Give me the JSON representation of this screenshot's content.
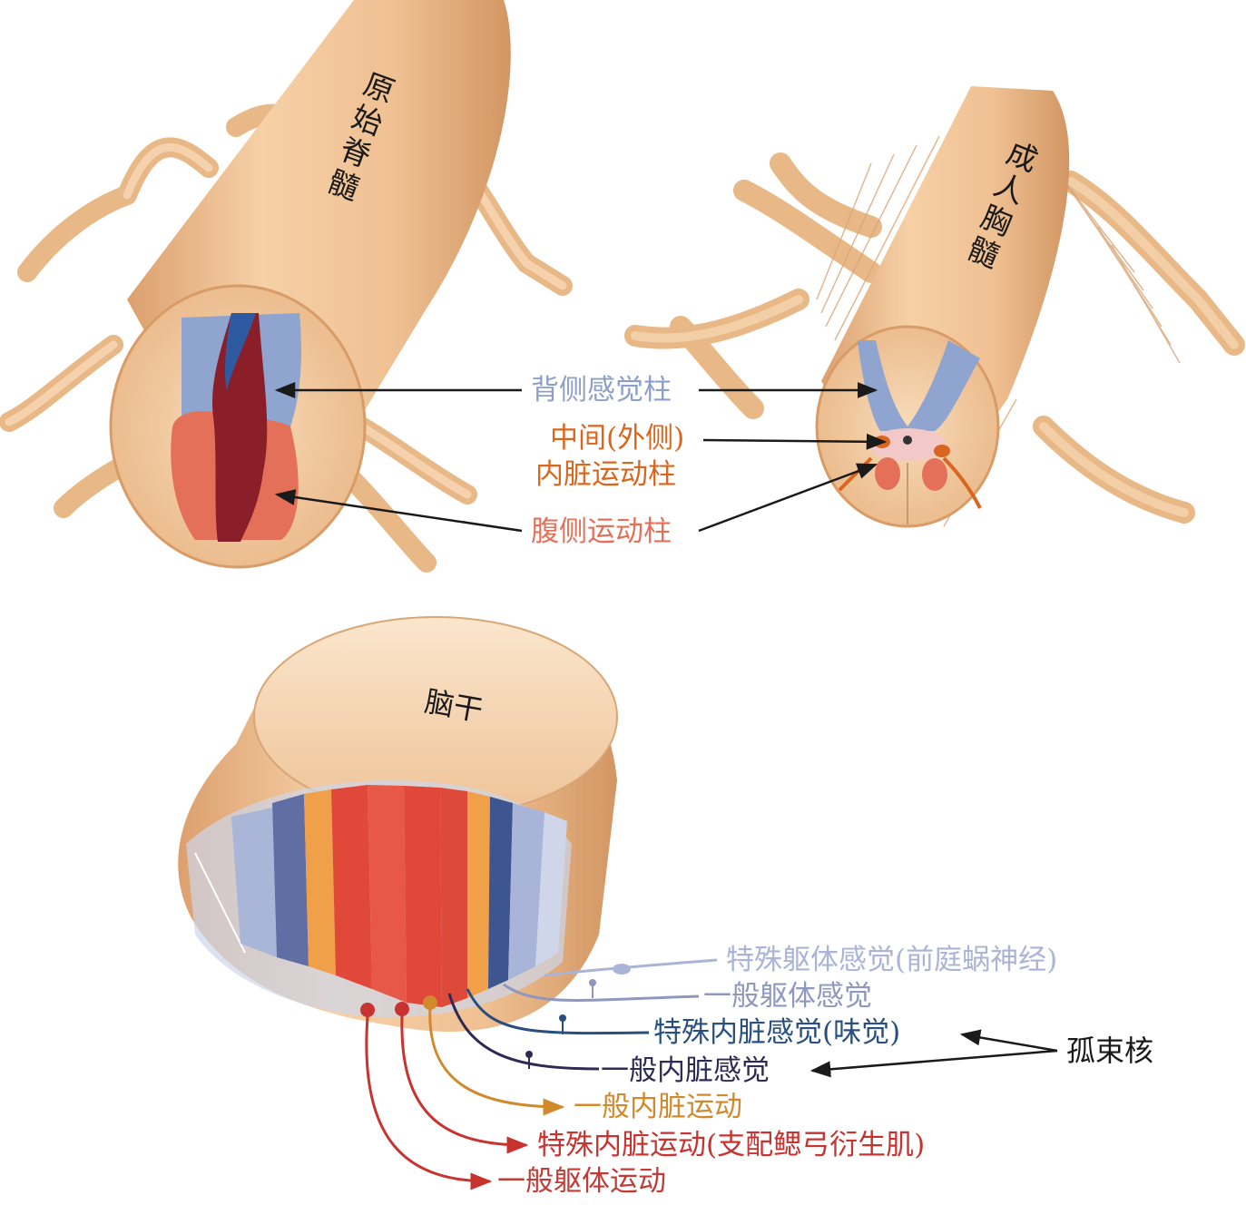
{
  "labels": {
    "primitive_cord": "原始脊髓",
    "adult_thoracic": "成人胸髓",
    "brainstem": "脑干",
    "dorsal_sensory": "背侧感觉柱",
    "intermediate_1": "中间(外侧)",
    "intermediate_2": "内脏运动柱",
    "ventral_motor": "腹侧运动柱",
    "special_somatic_sensory": "特殊躯体感觉(前庭蜗神经)",
    "general_somatic_sensory": "一般躯体感觉",
    "special_visceral_sensory": "特殊内脏感觉(味觉)",
    "general_visceral_sensory": "一般内脏感觉",
    "general_visceral_motor": "一般内脏运动",
    "special_visceral_motor": "特殊内脏运动(支配鳃弓衍生肌)",
    "general_somatic_motor": "一般躯体运动",
    "solitary_nucleus": "孤束核"
  },
  "colors": {
    "tissue": "#f2c79a",
    "tissue_dark": "#d9a372",
    "dorsal_sensory": "#8fa5cf",
    "intermediate": "#d9661f",
    "ventral_motor": "#e4705a",
    "special_somatic_sensory": "#a9b4d6",
    "general_somatic_sensory": "#8e98bf",
    "special_visceral_sensory": "#284f7e",
    "general_visceral_sensory": "#2e2a52",
    "general_visceral_motor": "#d18a2b",
    "special_visceral_motor": "#c8322f",
    "general_somatic_motor": "#c43a36",
    "solitary_nucleus": "#1a1a1a"
  }
}
